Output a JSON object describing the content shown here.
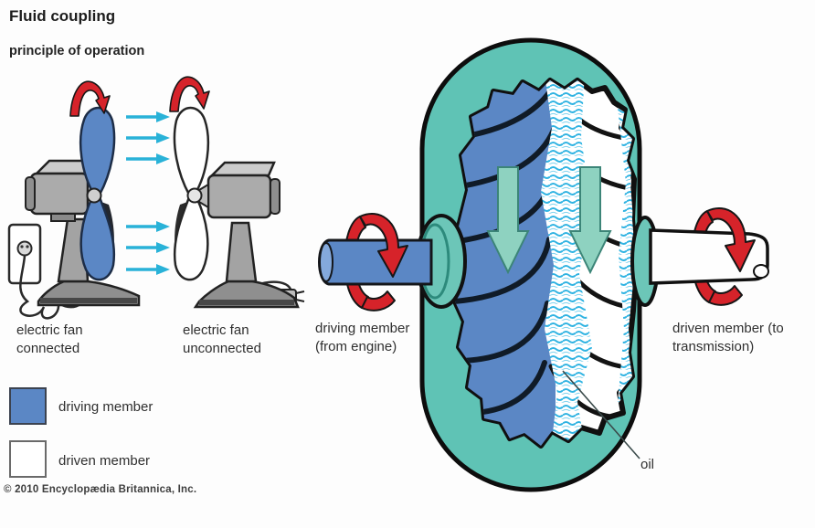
{
  "title": "Fluid coupling",
  "subtitle": "principle of operation",
  "fans": {
    "connected_caption": "electric fan connected",
    "unconnected_caption": "electric fan unconnected"
  },
  "legend": {
    "driving_label": "driving member",
    "driving_color": "#5b87c5",
    "driven_label": "driven member",
    "driven_color": "#ffffff"
  },
  "copyright": "© 2010 Encyclopædia Britannica, Inc.",
  "coupling": {
    "driving_shaft_label": "driving member (from engine)",
    "driven_shaft_label": "driven member (to transmission)",
    "oil_label": "oil",
    "colors": {
      "shell_teal": "#5fc3b5",
      "driving_blue": "#5b87c5",
      "oil_cyan": "#2fb3e2",
      "rotation_red": "#d6232a",
      "airflow_cyan": "#29b2d8",
      "flow_arrow_teal": "#8ed2c0"
    }
  }
}
